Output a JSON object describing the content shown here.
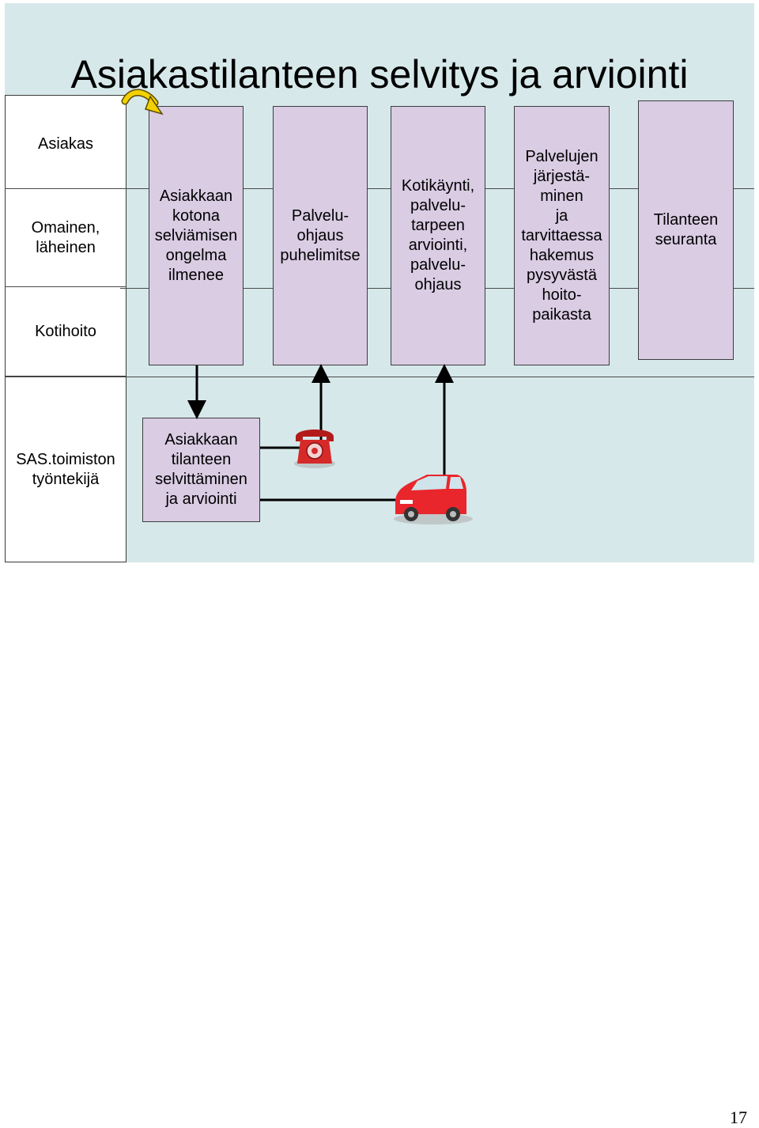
{
  "title": "Asiakastilanteen selvitys ja arviointi",
  "lanes": {
    "asiakas": "Asiakas",
    "omainen": "Omainen,\nläheinen",
    "kotihoito": "Kotihoito",
    "sas": "SAS.toimiston\ntyöntekijä"
  },
  "steps": [
    "Asiakkaan\nkotona\nselviämisen\nongelma\nilmenee",
    "Palvelu-\nohjaus\npuhelimitse",
    "Kotikäynti,\npalvelu-\ntarpeen\narviointi,\npalvelu-\nohjaus",
    "Palvelujen\njärjestä-\nminen\nja\ntarvittaessa\nhakemus\npysyvästä\nhoito-\npaikasta",
    "Tilanteen\nseuranta"
  ],
  "sas_step": "Asiakkaan\ntilanteen\nselvittäminen\nja arviointi",
  "icons": {
    "start": "curved-arrow-icon",
    "phone": "telephone-icon",
    "car": "car-icon"
  },
  "colors": {
    "background": "#d6e8ea",
    "step_fill": "#d9cce3",
    "phone": "#d62a2a",
    "car": "#e8262c",
    "start_arrow": "#f3d000"
  },
  "page_number": "17"
}
